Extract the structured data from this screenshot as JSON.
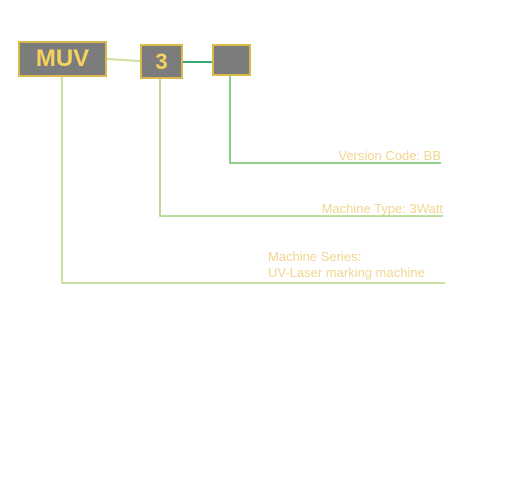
{
  "diagram": {
    "boxes": {
      "series": "MUV",
      "type": "3",
      "version": ""
    },
    "labels": {
      "version": "Version Code: BB",
      "type": "Machine Type: 3Watt",
      "series_line1": "Machine Series:",
      "series_line2": "UV-Laser marking machine"
    },
    "colors": {
      "box_fill": "#7c7c7c",
      "box_border": "#d9b94a",
      "box_text": "#f5d25d",
      "label_text": "#f2d590",
      "connector_yellowgreen": "#c4dc8a",
      "connector_green": "#a9d57e",
      "connector_teal": "#3aa872"
    }
  }
}
